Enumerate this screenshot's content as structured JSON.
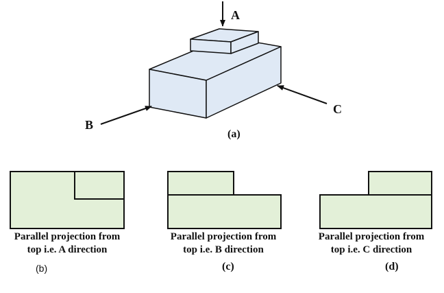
{
  "colors": {
    "solid_face": "#dfe9f5",
    "projection_fill": "#e3f0d8",
    "stroke": "#111111"
  },
  "figure_a": {
    "direction_labels": {
      "a": "A",
      "b": "B",
      "c": "C"
    },
    "sublabel": "(a)"
  },
  "projections": [
    {
      "id": "b",
      "caption_line1": "Parallel projection from",
      "caption_line2": "top i.e. A direction",
      "sublabel": "(b)"
    },
    {
      "id": "c",
      "caption_line1": "Parallel projection from",
      "caption_line2": "top i.e. B direction",
      "sublabel": "(c)"
    },
    {
      "id": "d",
      "caption_line1": "Parallel projection from",
      "caption_line2": "top i.e. C direction",
      "sublabel": "(d)"
    }
  ]
}
